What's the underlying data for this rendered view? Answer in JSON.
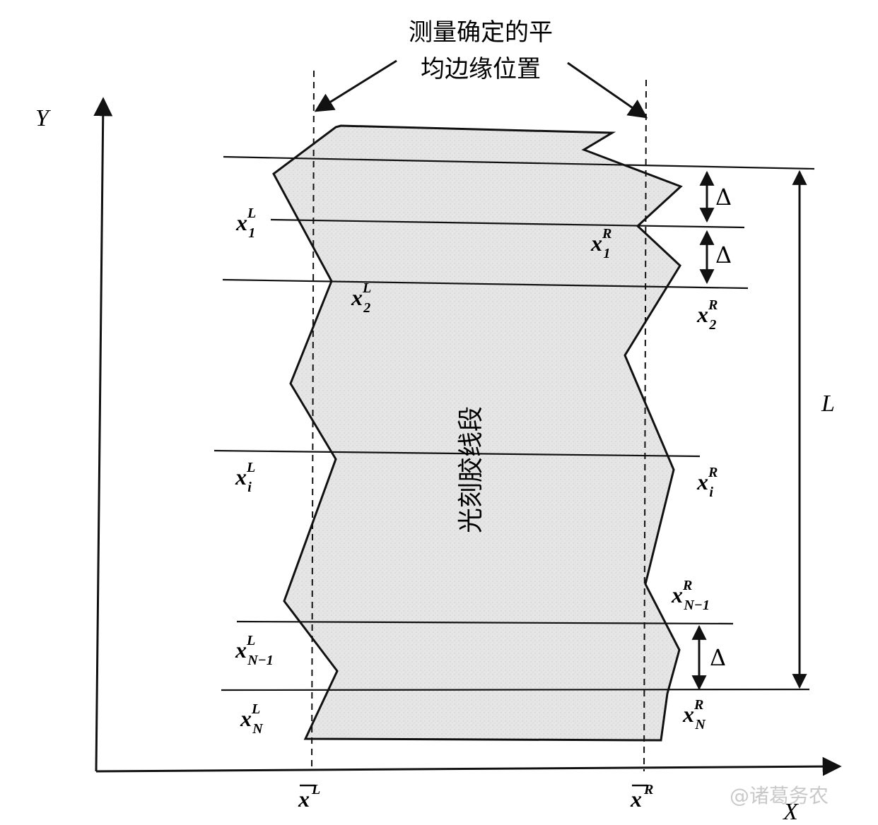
{
  "diagram": {
    "title_line1": "测量确定的平",
    "title_line2": "均边缘位置",
    "axis_y_label": "Y",
    "axis_x_label": "X",
    "center_label": "光刻胶线段",
    "delta_symbol": "Δ",
    "length_label": "L",
    "mean_left": {
      "base": "x",
      "sup": "L"
    },
    "mean_right": {
      "base": "x",
      "sup": "R"
    },
    "left_edge_labels": [
      {
        "base": "x",
        "sup": "L",
        "sub": "1"
      },
      {
        "base": "x",
        "sup": "L",
        "sub": "2"
      },
      {
        "base": "x",
        "sup": "L",
        "sub": "i"
      },
      {
        "base": "x",
        "sup": "L",
        "sub": "N−1"
      },
      {
        "base": "x",
        "sup": "L",
        "sub": "N"
      }
    ],
    "right_edge_labels": [
      {
        "base": "x",
        "sup": "R",
        "sub": "1"
      },
      {
        "base": "x",
        "sup": "R",
        "sub": "2"
      },
      {
        "base": "x",
        "sup": "R",
        "sub": "i"
      },
      {
        "base": "x",
        "sup": "R",
        "sub": "N−1"
      },
      {
        "base": "x",
        "sup": "R",
        "sub": "N"
      }
    ],
    "watermark": "@诸葛务农"
  },
  "colors": {
    "line": "#111111",
    "fill": "#e4e4e4",
    "background": "#ffffff"
  }
}
